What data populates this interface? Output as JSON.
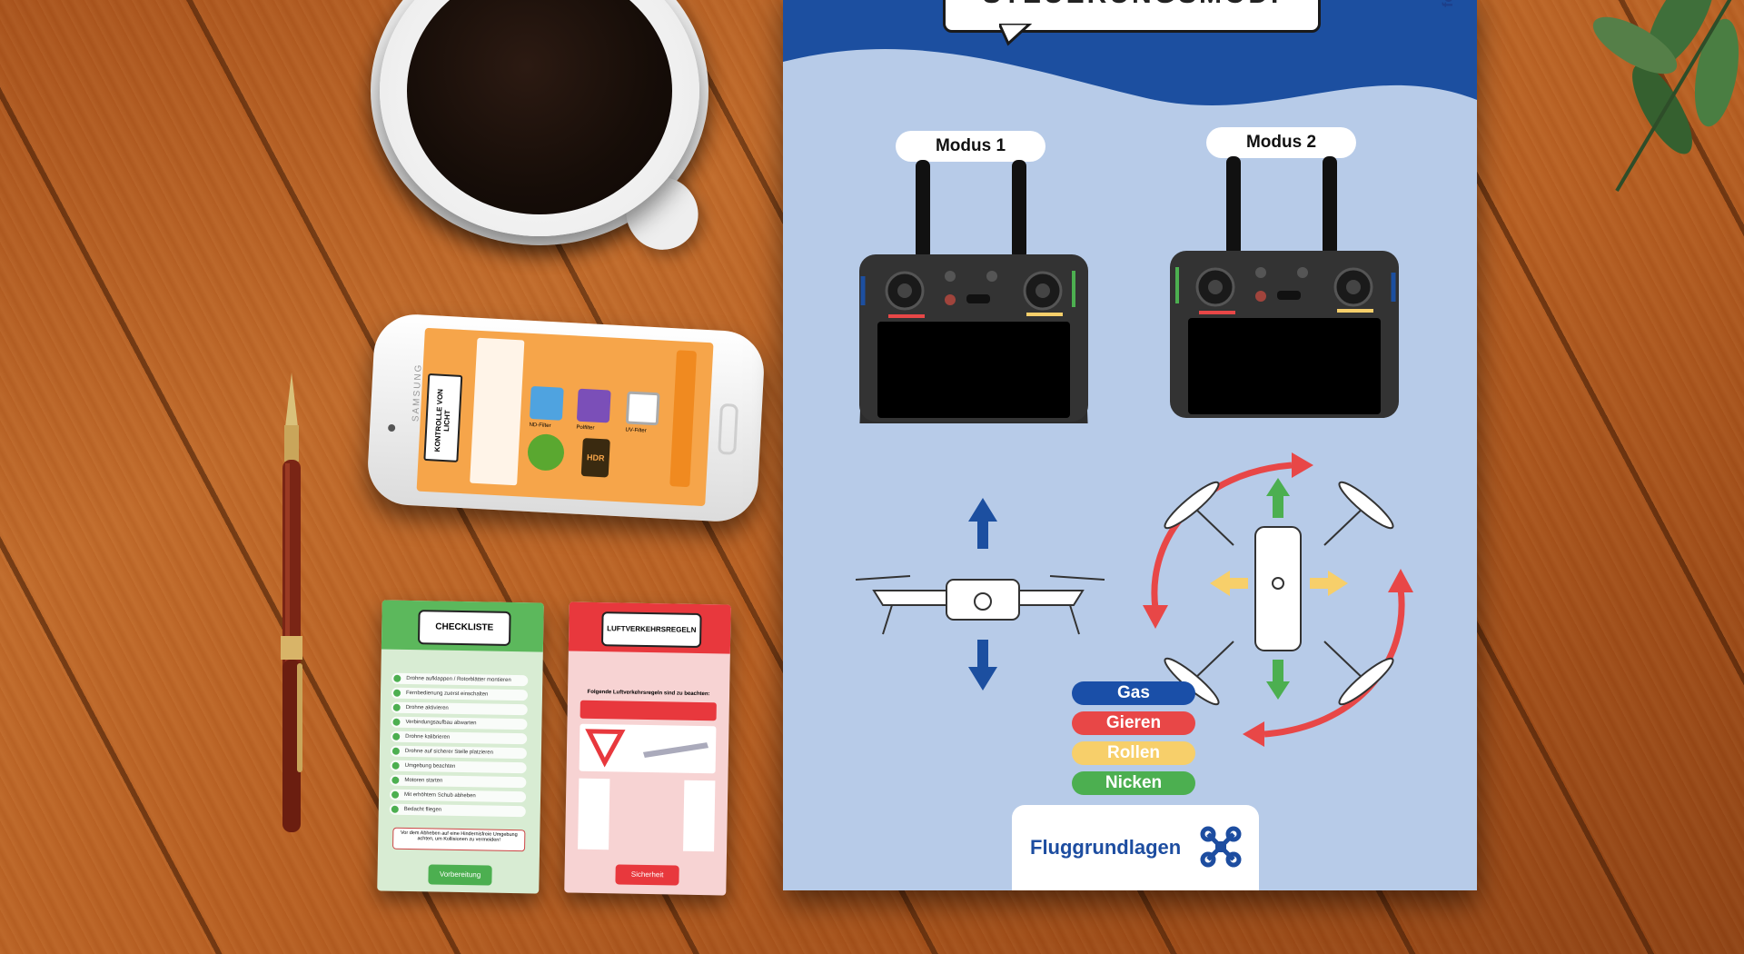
{
  "scene": {
    "poster": {
      "title": "STEUERUNGSMODI",
      "url": "focus.at",
      "modes": [
        "Modus 1",
        "Modus 2"
      ],
      "legend": [
        {
          "label": "Gas",
          "color": "#1a4fa8"
        },
        {
          "label": "Gieren",
          "color": "#e84747"
        },
        {
          "label": "Rollen",
          "color": "#f7cf6a"
        },
        {
          "label": "Nicken",
          "color": "#4caf50"
        }
      ],
      "brand": "Fluggrundlagen"
    },
    "phone": {
      "brand": "SAMSUNG",
      "screen_title": "KONTROLLE VON LICHT",
      "labels": [
        "ND-Filter",
        "Polfilter",
        "UV-Filter",
        "HDR"
      ]
    },
    "checklist_card": {
      "title": "CHECKLISTE",
      "items": [
        "Drohne aufklappen / Rotorblätter montieren",
        "Fernbedienung zuerst einschalten",
        "Drohne aktivieren",
        "Verbindungsaufbau abwarten",
        "Drohne kalibrieren",
        "Drohne auf sicherer Stelle platzieren",
        "Umgebung beachten",
        "Motoren starten",
        "Mit erhöhtem Schub abheben",
        "Bedacht fliegen"
      ],
      "note": "Vor dem Abheben auf eine Hindernisfreie Umgebung achten, um Kollisionen zu vermeiden!",
      "footer": "Vorbereitung"
    },
    "rules_card": {
      "title": "LUFTVERKEHRSREGELN",
      "subtitle": "Folgende Luftverkehrsregeln sind zu beachten:",
      "footer": "Sicherheit"
    },
    "colors": {
      "wood": "#b3591e",
      "poster_bg": "#b7cbe8",
      "poster_blue": "#1c4fa0",
      "phone_screen": "#f6a54a",
      "checklist_green": "#5cb85c",
      "rules_red": "#e8383d"
    }
  }
}
